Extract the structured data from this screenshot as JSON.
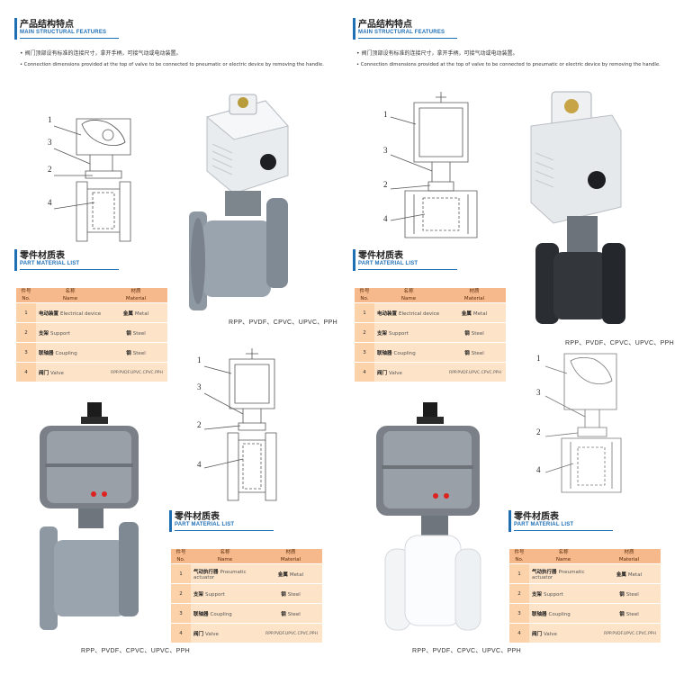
{
  "left": {
    "head1": {
      "cn": "产品结构特点",
      "en": "MAIN STRUCTURAL FEATURES"
    },
    "notes": [
      "• 阀门顶部设有标准的连接尺寸，拿开手柄，可接气动或电动装置。",
      "• Connection dimensions provided at the top of valve to be connected to pneumatic or electric device by removing the handle."
    ],
    "diagram_labels": [
      "1",
      "3",
      "2",
      "4"
    ],
    "head2": {
      "cn": "零件材质表",
      "en": "PART MATERIAL LIST"
    },
    "table1": {
      "headers": {
        "no_cn": "件号",
        "no_en": "No.",
        "name_cn": "名称",
        "name_en": "Name",
        "mat_cn": "材质",
        "mat_en": "Material"
      },
      "rows": [
        {
          "no": "1",
          "name_cn": "电动装置",
          "name_en": "Electrical device",
          "mat_cn": "金属",
          "mat_en": "Metal"
        },
        {
          "no": "2",
          "name_cn": "支架",
          "name_en": "Support",
          "mat_cn": "钢",
          "mat_en": "Steel"
        },
        {
          "no": "3",
          "name_cn": "联轴器",
          "name_en": "Coupling",
          "mat_cn": "钢",
          "mat_en": "Steel"
        },
        {
          "no": "4",
          "name_cn": "阀门",
          "name_en": "Valve",
          "mat_cn": "",
          "mat_en": "RPP.PVDF.UPVC.CPVC.PPH"
        }
      ]
    },
    "caption1": "RPP、PVDF、CPVC、UPVC、PPH",
    "diagram2_labels": [
      "1",
      "3",
      "2",
      "4"
    ],
    "head3": {
      "cn": "零件材质表",
      "en": "PART MATERIAL LIST"
    },
    "table2": {
      "headers": {
        "no_cn": "件号",
        "no_en": "No.",
        "name_cn": "名称",
        "name_en": "Name",
        "mat_cn": "材质",
        "mat_en": "Material"
      },
      "rows": [
        {
          "no": "1",
          "name_cn": "气动执行器",
          "name_en": "Pneumatic actuator",
          "mat_cn": "金属",
          "mat_en": "Metal"
        },
        {
          "no": "2",
          "name_cn": "支架",
          "name_en": "Support",
          "mat_cn": "钢",
          "mat_en": "Steel"
        },
        {
          "no": "3",
          "name_cn": "联轴器",
          "name_en": "Coupling",
          "mat_cn": "钢",
          "mat_en": "Steel"
        },
        {
          "no": "4",
          "name_cn": "阀门",
          "name_en": "Valve",
          "mat_cn": "",
          "mat_en": "RPP.PVDF.UPVC.CPVC.PPH"
        }
      ]
    },
    "caption2": "RPP、PVDF、CPVC、UPVC、PPH"
  },
  "right": {
    "head1": {
      "cn": "产品结构特点",
      "en": "MAIN STRUCTURAL FEATURES"
    },
    "notes": [
      "• 阀门顶部设有标准的连接尺寸，拿开手柄，可接气动或电动装置。",
      "• Connection dimensions provided at the top of valve to be connected to pneumatic or electric device by removing the handle."
    ],
    "diagram_labels": [
      "1",
      "3",
      "2",
      "4"
    ],
    "head2": {
      "cn": "零件材质表",
      "en": "PART MATERIAL LIST"
    },
    "table1": {
      "headers": {
        "no_cn": "件号",
        "no_en": "No.",
        "name_cn": "名称",
        "name_en": "Name",
        "mat_cn": "材质",
        "mat_en": "Material"
      },
      "rows": [
        {
          "no": "1",
          "name_cn": "电动装置",
          "name_en": "Electrical device",
          "mat_cn": "金属",
          "mat_en": "Metal"
        },
        {
          "no": "2",
          "name_cn": "支架",
          "name_en": "Support",
          "mat_cn": "钢",
          "mat_en": "Steel"
        },
        {
          "no": "3",
          "name_cn": "联轴器",
          "name_en": "Coupling",
          "mat_cn": "钢",
          "mat_en": "Steel"
        },
        {
          "no": "4",
          "name_cn": "阀门",
          "name_en": "Valve",
          "mat_cn": "",
          "mat_en": "RPP.PVDF.UPVC.CPVC.PPH"
        }
      ]
    },
    "caption1": "RPP、PVDF、CPVC、UPVC、PPH",
    "diagram2_labels": [
      "1",
      "3",
      "2",
      "4"
    ],
    "head3": {
      "cn": "零件材质表",
      "en": "PART MATERIAL LIST"
    },
    "table2": {
      "headers": {
        "no_cn": "件号",
        "no_en": "No.",
        "name_cn": "名称",
        "name_en": "Name",
        "mat_cn": "材质",
        "mat_en": "Material"
      },
      "rows": [
        {
          "no": "1",
          "name_cn": "气动执行器",
          "name_en": "Pneumatic actuator",
          "mat_cn": "金属",
          "mat_en": "Metal"
        },
        {
          "no": "2",
          "name_cn": "支架",
          "name_en": "Support",
          "mat_cn": "钢",
          "mat_en": "Steel"
        },
        {
          "no": "3",
          "name_cn": "联轴器",
          "name_en": "Coupling",
          "mat_cn": "钢",
          "mat_en": "Steel"
        },
        {
          "no": "4",
          "name_cn": "阀门",
          "name_en": "Valve",
          "mat_cn": "",
          "mat_en": "RPP.PVDF.UPVC.CPVC.PPH"
        }
      ]
    },
    "caption2": "RPP、PVDF、CPVC、UPVC、PPH"
  },
  "colors": {
    "accent_blue": "#1f6fb5",
    "table_header": "#f6b98c",
    "table_row": "#fde3c8",
    "valve_grey": "#8e98a3",
    "valve_black": "#2a2d31",
    "valve_white": "#f2f4f6"
  }
}
